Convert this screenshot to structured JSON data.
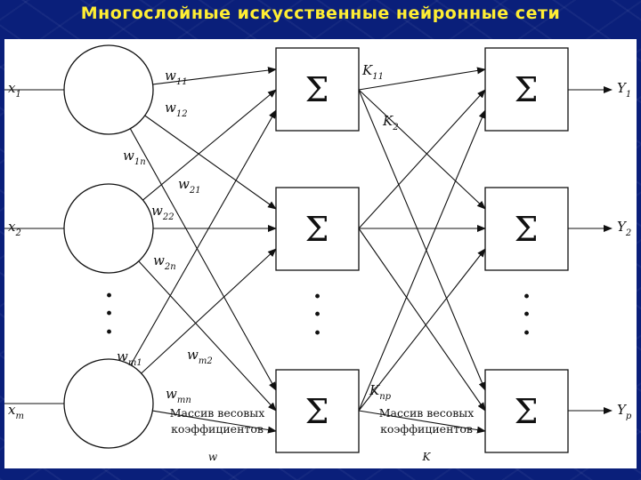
{
  "slide": {
    "title": "Многослойные искусственные нейронные сети"
  },
  "diagram": {
    "inputs": [
      {
        "base": "x",
        "sub": "1"
      },
      {
        "base": "x",
        "sub": "2"
      },
      {
        "base": "x",
        "sub": "m"
      }
    ],
    "weights_w": [
      {
        "base": "w",
        "sub": "11"
      },
      {
        "base": "w",
        "sub": "12"
      },
      {
        "base": "w",
        "sub": "1n"
      },
      {
        "base": "w",
        "sub": "21"
      },
      {
        "base": "w",
        "sub": "22"
      },
      {
        "base": "w",
        "sub": "2n"
      },
      {
        "base": "w",
        "sub": "m1"
      },
      {
        "base": "w",
        "sub": "m2"
      },
      {
        "base": "w",
        "sub": "mn"
      }
    ],
    "weights_k": [
      {
        "base": "K",
        "sub": "11"
      },
      {
        "base": "K",
        "sub": "2"
      },
      {
        "base": "K",
        "sub": "np"
      }
    ],
    "outputs": [
      {
        "base": "Y",
        "sub": "1"
      },
      {
        "base": "Y",
        "sub": "2"
      },
      {
        "base": "Y",
        "sub": "p"
      }
    ],
    "sum_symbol": "Σ",
    "ellipsis": "·",
    "array_w": {
      "line1": "Массив весовых",
      "line2": "коэффициентов",
      "symbol": "w"
    },
    "array_k": {
      "line1": "Массив весовых",
      "line2": "коэффициентов",
      "symbol": "K"
    }
  }
}
